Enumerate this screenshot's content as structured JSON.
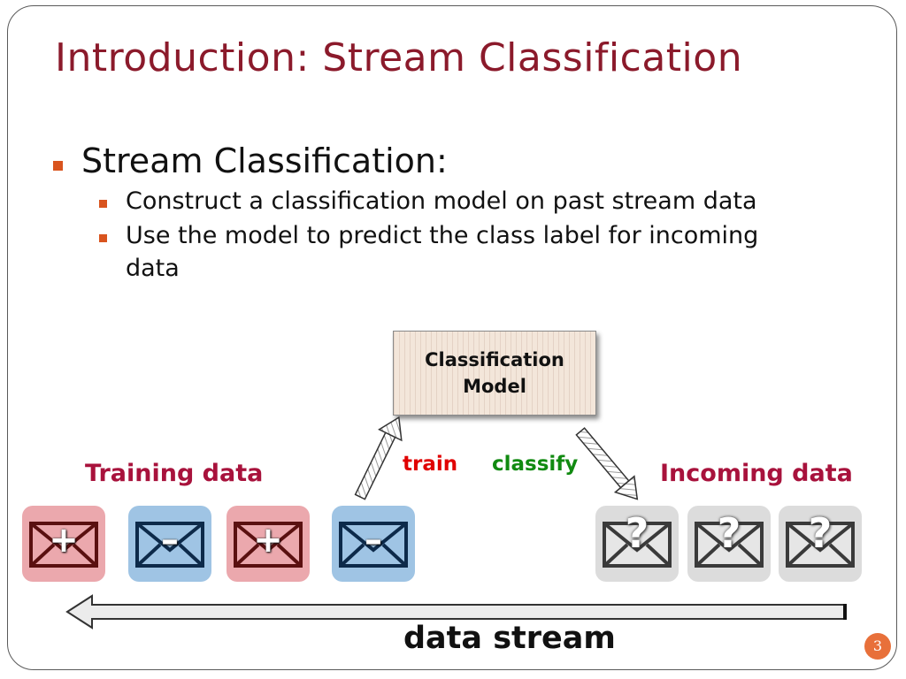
{
  "slide": {
    "title": "Introduction: Stream Classification",
    "bullet": "Stream Classification:",
    "sub_bullets": [
      "Construct a classification model on past stream data",
      "Use the model to predict the class label for incoming",
      "data"
    ],
    "page_number": "3"
  },
  "diagram": {
    "model_label_line1": "Classification",
    "model_label_line2": "Model",
    "training_label": "Training data",
    "incoming_label": "Incoming data",
    "train_label": "train",
    "classify_label": "classify",
    "stream_label": "data stream",
    "training_items": [
      {
        "sign": "+",
        "kind": "positive"
      },
      {
        "sign": "–",
        "kind": "negative"
      },
      {
        "sign": "+",
        "kind": "positive"
      },
      {
        "sign": "–",
        "kind": "negative"
      }
    ],
    "incoming_items": [
      {
        "sign": "?",
        "kind": "unknown"
      },
      {
        "sign": "?",
        "kind": "unknown"
      },
      {
        "sign": "?",
        "kind": "unknown"
      }
    ]
  },
  "colors": {
    "title": "#8b1a2b",
    "bullet_marker": "#d9541e",
    "data_label": "#a8123c",
    "train": "#e00000",
    "classify": "#118a11",
    "positive_bg": "#eba8ad",
    "negative_bg": "#9fc4e4",
    "unknown_bg": "#dcdcdc",
    "page_badge": "#e8703a"
  }
}
